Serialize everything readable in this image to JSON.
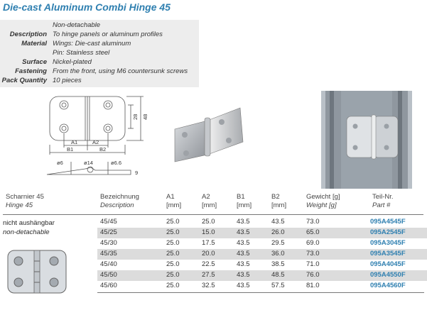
{
  "title": "Die-cast Aluminum Combi Hinge 45",
  "specs": [
    {
      "label": "",
      "value": "Non-detachable"
    },
    {
      "label": "Description",
      "value": "To hinge panels or aluminum profiles"
    },
    {
      "label": "Material",
      "value": "Wings: Die-cast aluminum"
    },
    {
      "label": "",
      "value": "Pin: Stainless steel"
    },
    {
      "label": "Surface",
      "value": "Nickel-plated"
    },
    {
      "label": "Fastening",
      "value": "From the front, using M6 countersunk screws"
    },
    {
      "label": "Pack Quantity",
      "value": "10 pieces"
    }
  ],
  "drawing": {
    "dims": {
      "a1": "A1",
      "a2": "A2",
      "b1": "B1",
      "b2": "B2",
      "h28": "28",
      "h48": "48",
      "d6": "ø6",
      "d14": "ø14",
      "d66": "ø6.6",
      "t9": "9"
    }
  },
  "table": {
    "headers": [
      {
        "de": "Scharnier 45",
        "en": "Hinge 45"
      },
      {
        "de": "Bezeichnung",
        "en": "Description"
      },
      {
        "de": "A1",
        "en": "[mm]"
      },
      {
        "de": "A2",
        "en": "[mm]"
      },
      {
        "de": "B1",
        "en": "[mm]"
      },
      {
        "de": "B2",
        "en": "[mm]"
      },
      {
        "de": "Gewicht [g]",
        "en": "Weight [g]"
      },
      {
        "de": "Teil-Nr.",
        "en": "Part #"
      }
    ],
    "hinge_label_de": "nicht aushängbar",
    "hinge_label_en": "non-detachable",
    "rows": [
      {
        "desc": "45/45",
        "a1": "25.0",
        "a2": "25.0",
        "b1": "43.5",
        "b2": "43.5",
        "weight": "73.0",
        "part": "095A4545F"
      },
      {
        "desc": "45/25",
        "a1": "25.0",
        "a2": "15.0",
        "b1": "43.5",
        "b2": "26.0",
        "weight": "65.0",
        "part": "095A2545F"
      },
      {
        "desc": "45/30",
        "a1": "25.0",
        "a2": "17.5",
        "b1": "43.5",
        "b2": "29.5",
        "weight": "69.0",
        "part": "095A3045F"
      },
      {
        "desc": "45/35",
        "a1": "25.0",
        "a2": "20.0",
        "b1": "43.5",
        "b2": "36.0",
        "weight": "73.0",
        "part": "095A3545F"
      },
      {
        "desc": "45/40",
        "a1": "25.0",
        "a2": "22.5",
        "b1": "43.5",
        "b2": "38.5",
        "weight": "71.0",
        "part": "095A4045F"
      },
      {
        "desc": "45/50",
        "a1": "25.0",
        "a2": "27.5",
        "b1": "43.5",
        "b2": "48.5",
        "weight": "76.0",
        "part": "095A4550F"
      },
      {
        "desc": "45/60",
        "a1": "25.0",
        "a2": "32.5",
        "b1": "43.5",
        "b2": "57.5",
        "weight": "81.0",
        "part": "095A4560F"
      }
    ]
  }
}
